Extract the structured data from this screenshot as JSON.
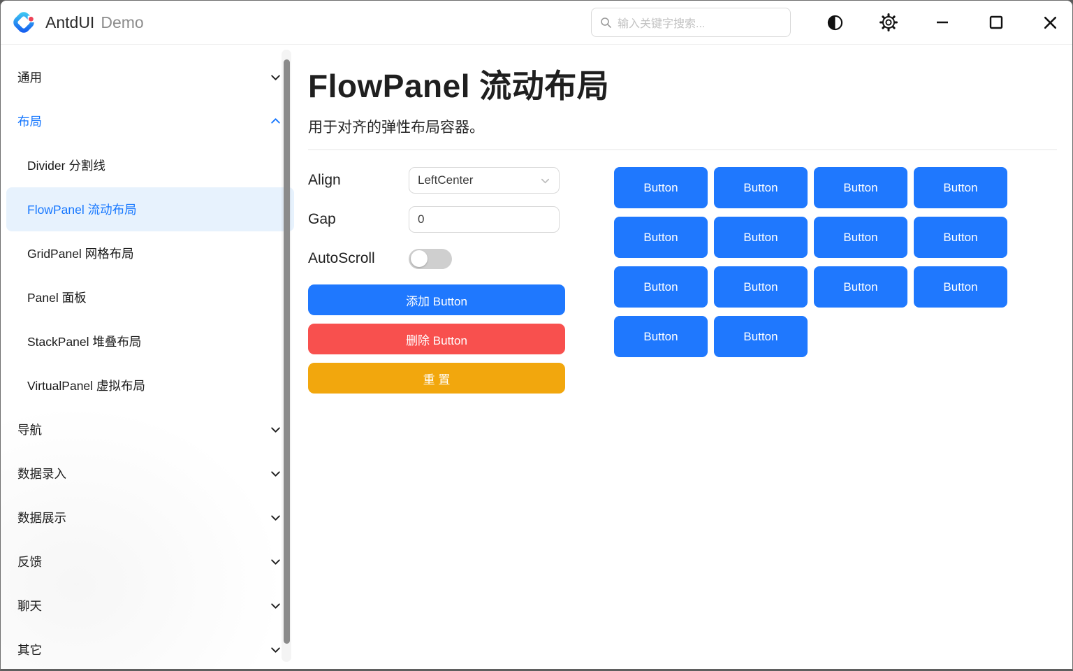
{
  "window": {
    "app_name": "AntdUI",
    "app_subtitle": "Demo",
    "search_placeholder": "输入关键字搜索..."
  },
  "sidebar": {
    "items": [
      {
        "label": "通用",
        "type": "group",
        "state": "collapsed"
      },
      {
        "label": "布局",
        "type": "group",
        "state": "expanded"
      },
      {
        "label": "Divider 分割线",
        "type": "child"
      },
      {
        "label": "FlowPanel 流动布局",
        "type": "child",
        "selected": true
      },
      {
        "label": "GridPanel 网格布局",
        "type": "child"
      },
      {
        "label": "Panel 面板",
        "type": "child"
      },
      {
        "label": "StackPanel 堆叠布局",
        "type": "child"
      },
      {
        "label": "VirtualPanel 虚拟布局",
        "type": "child"
      },
      {
        "label": "导航",
        "type": "group",
        "state": "collapsed"
      },
      {
        "label": "数据录入",
        "type": "group",
        "state": "collapsed"
      },
      {
        "label": "数据展示",
        "type": "group",
        "state": "collapsed"
      },
      {
        "label": "反馈",
        "type": "group",
        "state": "collapsed"
      },
      {
        "label": "聊天",
        "type": "group",
        "state": "collapsed"
      },
      {
        "label": "其它",
        "type": "group",
        "state": "collapsed"
      }
    ]
  },
  "main": {
    "title": "FlowPanel 流动布局",
    "subtitle": "用于对齐的弹性布局容器。",
    "controls": {
      "align_label": "Align",
      "align_value": "LeftCenter",
      "gap_label": "Gap",
      "gap_value": "0",
      "autoscroll_label": "AutoScroll",
      "autoscroll_state": "off",
      "add_button": "添加 Button",
      "delete_button": "删除 Button",
      "reset_button": "重 置"
    },
    "flow_buttons": [
      "Button",
      "Button",
      "Button",
      "Button",
      "Button",
      "Button",
      "Button",
      "Button",
      "Button",
      "Button",
      "Button",
      "Button",
      "Button",
      "Button"
    ]
  },
  "colors": {
    "primary": "#1f78fe",
    "danger": "#f8504e",
    "warning": "#f2a70d",
    "accent_text": "#1677ff",
    "selected_bg": "#e7f2fd"
  }
}
